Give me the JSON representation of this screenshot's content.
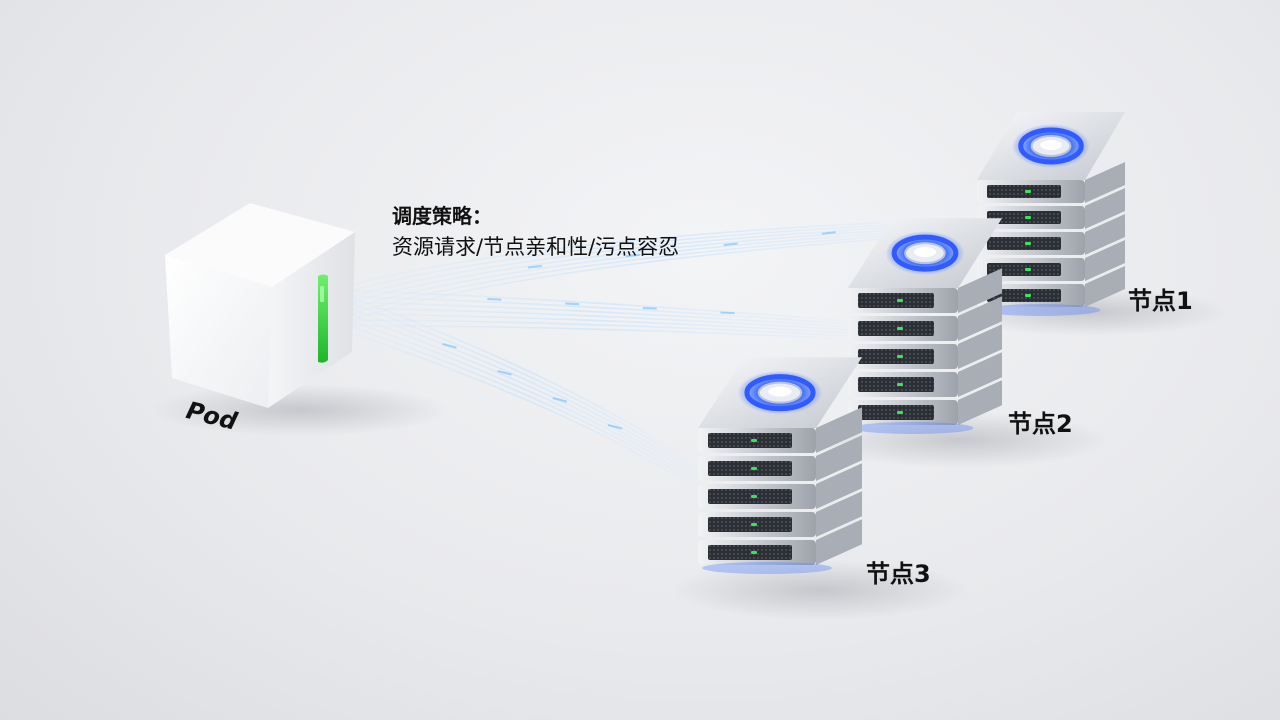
{
  "strategy": {
    "title": "调度策略：",
    "description": "资源请求/节点亲和性/污点容忍"
  },
  "pod": {
    "label": "Pod"
  },
  "nodes": [
    {
      "label": "节点1"
    },
    {
      "label": "节点2"
    },
    {
      "label": "节点3"
    }
  ],
  "colors": {
    "ring_blue": "#2f5bff",
    "pod_led_green": "#3ddc4a",
    "beam_blue": "#7fc6ff"
  }
}
